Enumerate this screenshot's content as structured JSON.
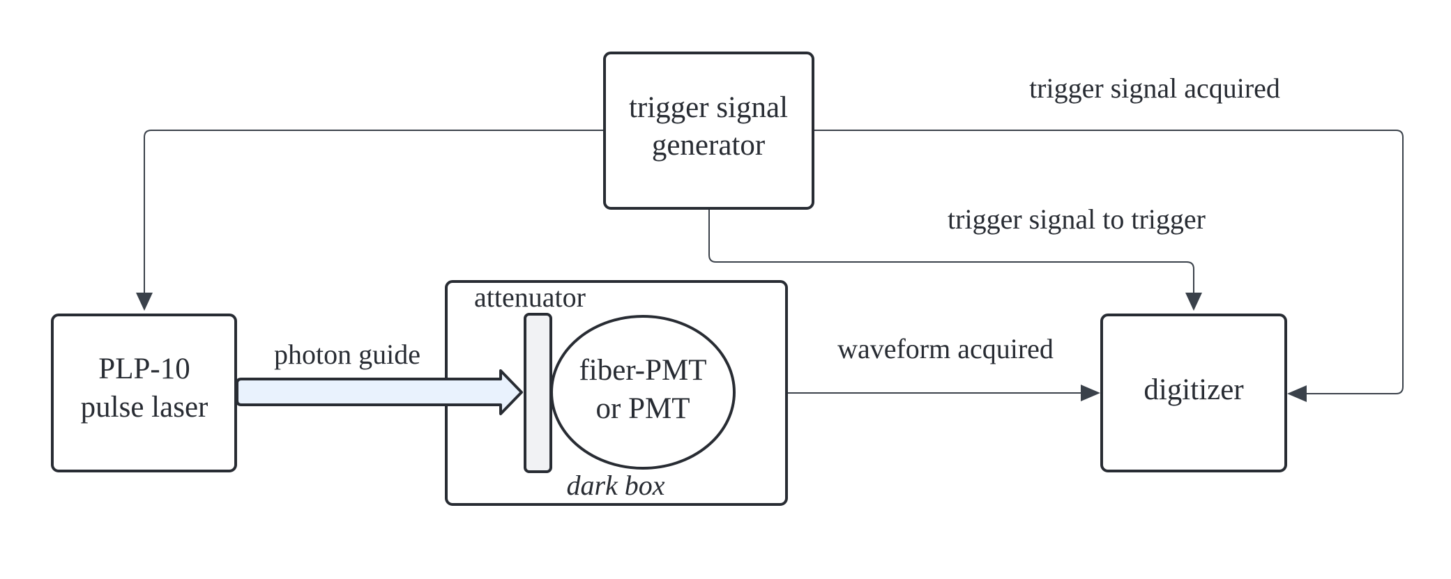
{
  "nodes": {
    "trigger_generator": {
      "line1": "trigger signal",
      "line2": "generator"
    },
    "pulse_laser": {
      "line1": "PLP-10",
      "line2": "pulse laser"
    },
    "pmt": {
      "line1": "fiber-PMT",
      "line2": "or PMT"
    },
    "digitizer": {
      "label": "digitizer"
    },
    "attenuator": {
      "label": "attenuator"
    },
    "dark_box": {
      "label": "dark box"
    }
  },
  "edges": {
    "photon_guide": "photon guide",
    "waveform": "waveform acquired",
    "trigger_to_digitizer": "trigger signal to trigger",
    "trigger_acquired": "trigger signal acquired"
  },
  "colors": {
    "stroke": "#282c33",
    "photon_guide_fill": "#e9f2fd",
    "attenuator_fill": "#f1f2f4"
  }
}
